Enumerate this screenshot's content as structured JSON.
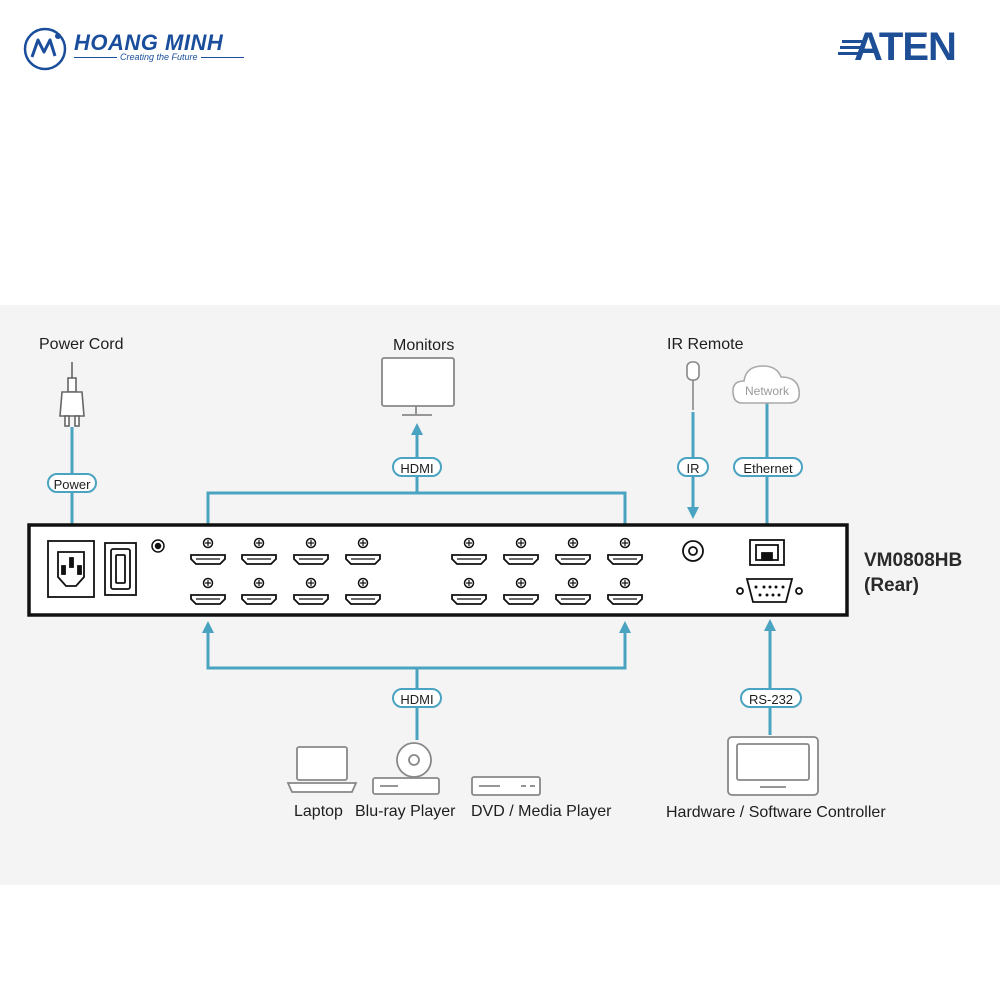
{
  "header": {
    "brand_name": "HOANG MINH",
    "brand_tagline": "Creating the Future",
    "aten_logo_text": "ATEN"
  },
  "diagram": {
    "device_model": "VM0808HB",
    "device_view": "(Rear)",
    "labels": {
      "power_cord": "Power Cord",
      "monitors": "Monitors",
      "ir_remote": "IR Remote",
      "network": "Network",
      "laptop": "Laptop",
      "bluray_player": "Blu-ray Player",
      "dvd_media_player": "DVD / Media Player",
      "controller": "Hardware / Software Controller"
    },
    "connectors": {
      "power": "Power",
      "hdmi_out": "HDMI",
      "ir": "IR",
      "ethernet": "Ethernet",
      "hdmi_in": "HDMI",
      "rs232": "RS-232"
    }
  },
  "colors": {
    "connection_line": "#4aa3c0",
    "device_outline": "#111111",
    "diagram_background": "#f4f4f4",
    "brand_blue": "#1a4e9c"
  }
}
